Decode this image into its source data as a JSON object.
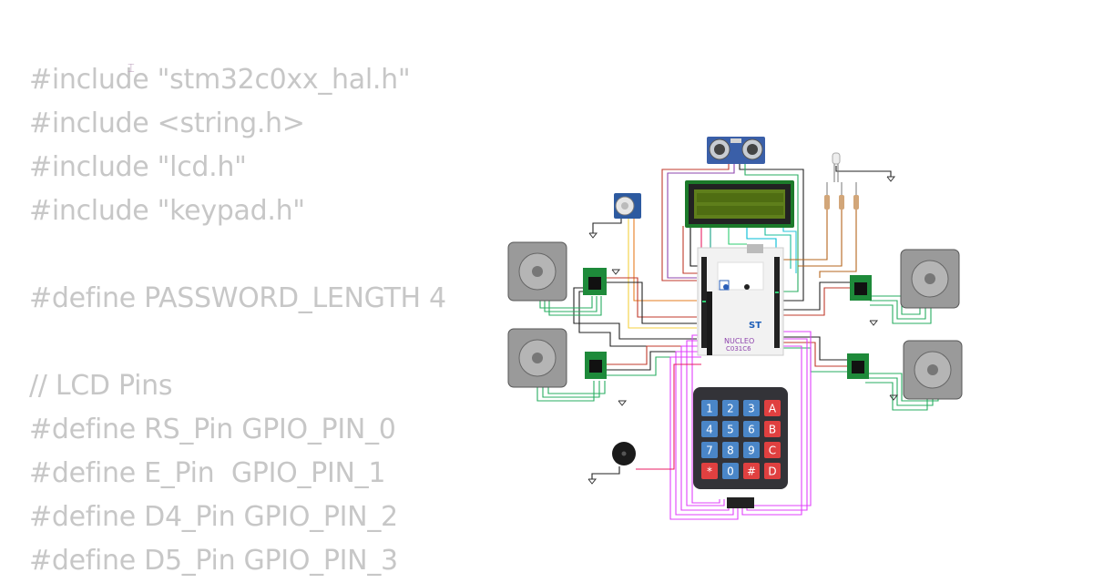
{
  "code": {
    "lines": [
      "#include \"stm32c0xx_hal.h\"",
      "#include <string.h>",
      "#include \"lcd.h\"",
      "#include \"keypad.h\"",
      "",
      "#define PASSWORD_LENGTH 4",
      "",
      "// LCD Pins",
      "#define RS_Pin GPIO_PIN_0",
      "#define E_Pin  GPIO_PIN_1",
      "#define D4_Pin GPIO_PIN_2",
      "#define D5_Pin GPIO_PIN_3"
    ]
  },
  "cursor_icon": "text-cursor-icon",
  "board": {
    "brand": "NUCLEO",
    "model": "C031C6",
    "logo": "ST"
  },
  "keypad": {
    "keys": [
      [
        "1",
        "2",
        "3",
        "A"
      ],
      [
        "4",
        "5",
        "6",
        "B"
      ],
      [
        "7",
        "8",
        "9",
        "C"
      ],
      [
        "*",
        "0",
        "#",
        "D"
      ]
    ],
    "digit_color": "#4a86c8",
    "letter_color": "#e04040"
  },
  "colors": {
    "code_text": "#c7c7c7",
    "lcd_screen": "#5f7f1b",
    "lcd_board": "#1c7a2a",
    "driver_board": "#1e8a3a",
    "motor_body": "#8a8a8a",
    "sensor_board": "#3560a8"
  }
}
